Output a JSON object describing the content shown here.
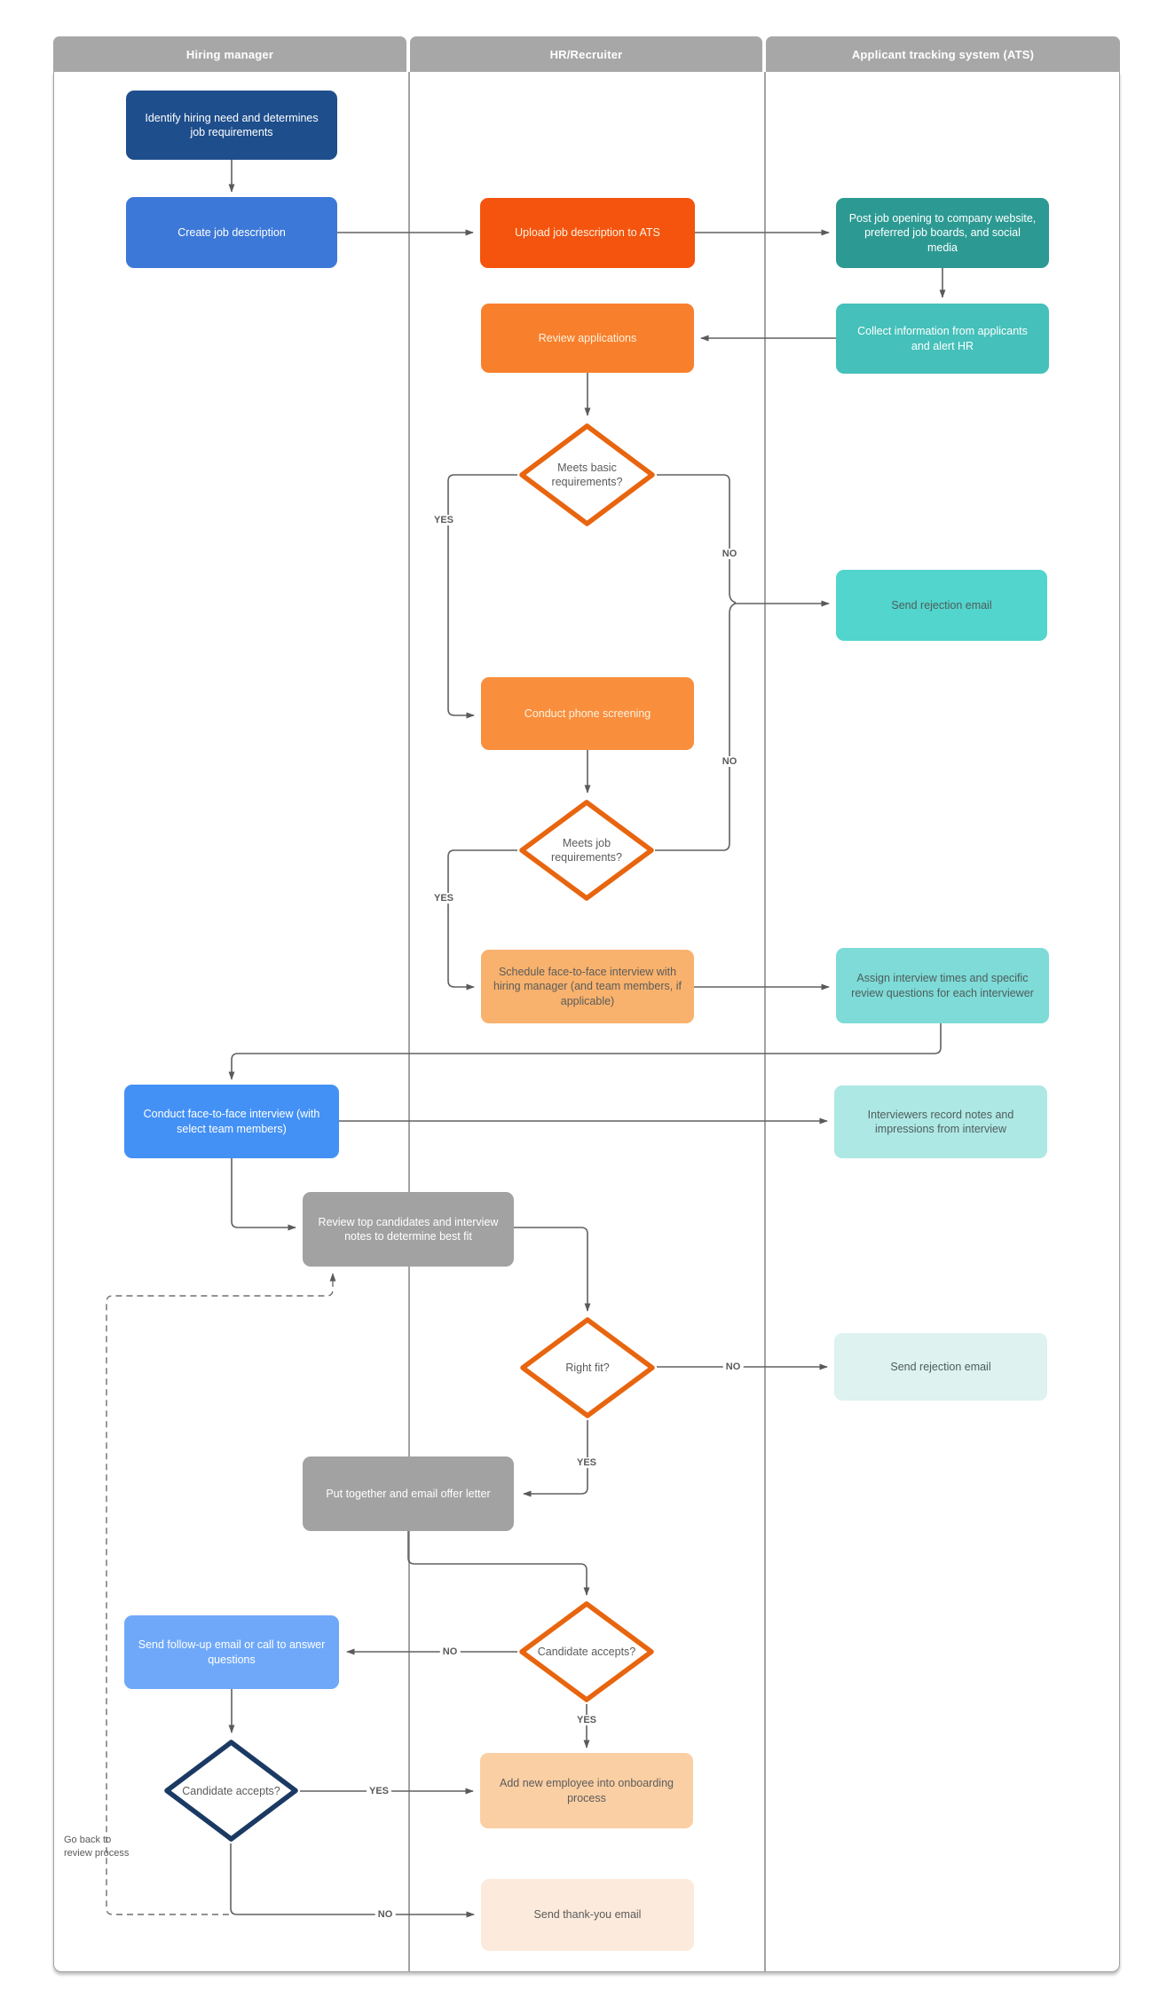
{
  "lanes": [
    {
      "title": "Hiring manager"
    },
    {
      "title": "HR/Recruiter"
    },
    {
      "title": "Applicant tracking system (ATS)"
    }
  ],
  "labels": {
    "yes": "YES",
    "no": "NO"
  },
  "annotations": {
    "go_back_line1": "Go back to",
    "go_back_line2": "review process"
  },
  "colors": {
    "lane_header_bg": "#a7a7a7",
    "lane_border": "#a3a3a3",
    "connector": "#616161",
    "edge_label_text": "#5a5a5a",
    "diamond_orange_border": "#e8650f",
    "diamond_navy_border": "#1a3a63"
  },
  "nodes": {
    "identify": {
      "label": "Identify hiring need and determines job requirements",
      "bg": "#1e4e8c",
      "fg": "#ffffff"
    },
    "create": {
      "label": "Create job description",
      "bg": "#3c78d8",
      "fg": "#ffffff"
    },
    "upload": {
      "label": "Upload job description to ATS",
      "bg": "#f4540e",
      "fg": "#fdf3e0"
    },
    "post_job": {
      "label": "Post job opening to company website, preferred job boards, and social media",
      "bg": "#2c9a93",
      "fg": "#ffffff"
    },
    "review_apps": {
      "label": "Review applications",
      "bg": "#f87f2c",
      "fg": "#fdf3e0"
    },
    "collect": {
      "label": "Collect information from applicants and alert HR",
      "bg": "#45c0ba",
      "fg": "#ffffff"
    },
    "reject1": {
      "label": "Send rejection email",
      "bg": "#52d5cd",
      "fg": "#4e5d5c"
    },
    "phone": {
      "label": "Conduct phone screening",
      "bg": "#f98e3d",
      "fg": "#fdf3e0"
    },
    "schedule": {
      "label": "Schedule face-to-face interview with hiring manager (and team members, if applicable)",
      "bg": "#f8b26d",
      "fg": "#5b5b5b"
    },
    "assign": {
      "label": "Assign interview times and specific review questions for each interviewer",
      "bg": "#7edbd7",
      "fg": "#4e5d5c"
    },
    "conduct_f2f": {
      "label": "Conduct face-to-face interview (with select team members)",
      "bg": "#4491f5",
      "fg": "#ffffff"
    },
    "interviewers": {
      "label": "Interviewers record notes and impressions from interview",
      "bg": "#aee8e4",
      "fg": "#4e5d5c"
    },
    "review_top": {
      "label": "Review top candidates and interview notes to determine best fit",
      "bg": "#a2a2a2",
      "fg": "#ffffff"
    },
    "reject2": {
      "label": "Send rejection email",
      "bg": "#def2ef",
      "fg": "#4e5d5c"
    },
    "put_together": {
      "label": "Put together and email offer letter",
      "bg": "#a2a2a2",
      "fg": "#ffffff"
    },
    "followup": {
      "label": "Send follow-up email or call to answer questions",
      "bg": "#6fa8f8",
      "fg": "#ffffff"
    },
    "add_new": {
      "label": "Add new employee into onboarding process",
      "bg": "#fbcfa4",
      "fg": "#5b5b5b"
    },
    "thankyou": {
      "label": "Send thank-you email",
      "bg": "#fcebdc",
      "fg": "#5b5b5b"
    }
  },
  "decisions": {
    "meets_basic": {
      "label": "Meets basic requirements?",
      "border": "#e8650f"
    },
    "meets_job": {
      "label": "Meets job requirements?",
      "border": "#e8650f"
    },
    "right_fit": {
      "label": "Right fit?",
      "border": "#e8650f"
    },
    "accepts_hr": {
      "label": "Candidate accepts?",
      "border": "#e8650f"
    },
    "accepts_hm": {
      "label": "Candidate accepts?",
      "border": "#1a3a63"
    }
  }
}
